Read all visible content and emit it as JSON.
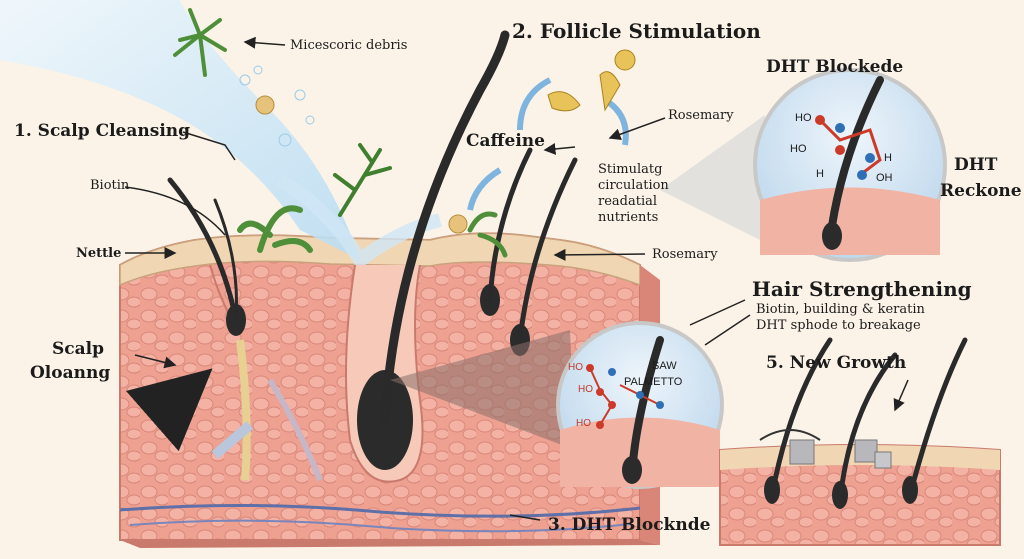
{
  "labels": {
    "microscopic_debris": "Micescoric debris",
    "follicle_stimulation": "2. Follicle Stimulation",
    "dht_blocked_title": "DHT Blockede",
    "rosemary_top": "Rosemary",
    "scalp_cleansing": "1. Scalp Cleansing",
    "caffeine": "Caffeine",
    "biotin": "Biotin",
    "stimulate_line1": "Stimulatg",
    "stimulate_line2": "circulation",
    "stimulate_line3": "readatial",
    "stimulate_line4": "nutrients",
    "dht_reckone_line1": "DHT",
    "dht_reckone_line2": "Reckone",
    "nettle": "Nettle",
    "rosemary_mid": "Rosemary",
    "hair_strengthening": "Hair Strengthening",
    "hs_line1": "Biotin, building & keratin",
    "hs_line2": "DHT  sphode to breakage",
    "scalp_line1": "Scalp",
    "scalp_line2": "Oloanng",
    "new_growth": "5. New Growth",
    "dht_blocknde": "3. DHT Blocknde"
  },
  "molecules": {
    "top_right": {
      "ho1": "HO",
      "ho2": "HO",
      "h1": "H",
      "h2": "H",
      "oh": "OH"
    },
    "bottom": {
      "ho1": "HO",
      "ho2": "HO",
      "ho3": "HO",
      "saw": "SAW",
      "palmetto": "PALMETTO"
    }
  },
  "colors": {
    "background": "#fbf3e8",
    "skin": "#f0a89a",
    "skin_dark": "#d98577",
    "hair": "#2a2a2a",
    "water": "#cfe6f5",
    "circle_fill": "#d6e6f2",
    "arrow_blue": "#7fb4df",
    "leaf": "#4f8f3a",
    "molecule_red": "#cc3a2a",
    "molecule_blue": "#2f6fb6"
  }
}
